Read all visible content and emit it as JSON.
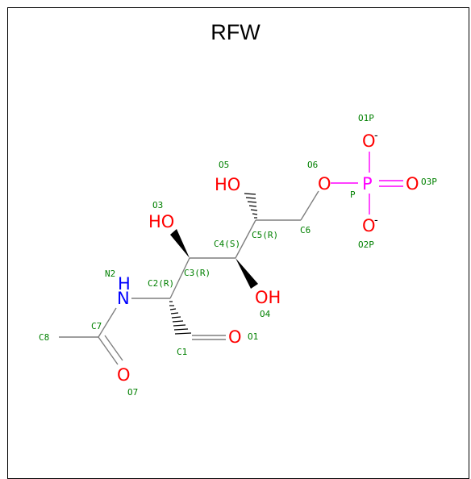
{
  "title": "RFW",
  "colors": {
    "carbon_bond": "#7f7f7f",
    "oxygen": "#ff0000",
    "nitrogen": "#0000ff",
    "phosphorus": "#ff00ff",
    "label": "#008000",
    "bond_dark": "#000000"
  },
  "atoms": {
    "O5": "HO",
    "O3": "HO",
    "O4": "OH",
    "O6": "O",
    "P": "P",
    "O1P": "O",
    "O2P": "O",
    "O3P": "O",
    "O1": "O",
    "O7": "O",
    "N2": "N",
    "N2H": "H",
    "charge": "-"
  },
  "labels": {
    "O1P": "O1P",
    "O5": "O5",
    "O6": "O6",
    "P": "P",
    "O3P": "O3P",
    "O3": "O3",
    "C6": "C6",
    "C4": "C4(S)",
    "C5": "C5(R)",
    "O2P": "O2P",
    "N2": "N2",
    "C2": "C2(R)",
    "C3": "C3(R)",
    "O4": "O4",
    "C7": "C7",
    "C8": "C8",
    "O1": "O1",
    "C1": "C1",
    "O7": "O7"
  }
}
